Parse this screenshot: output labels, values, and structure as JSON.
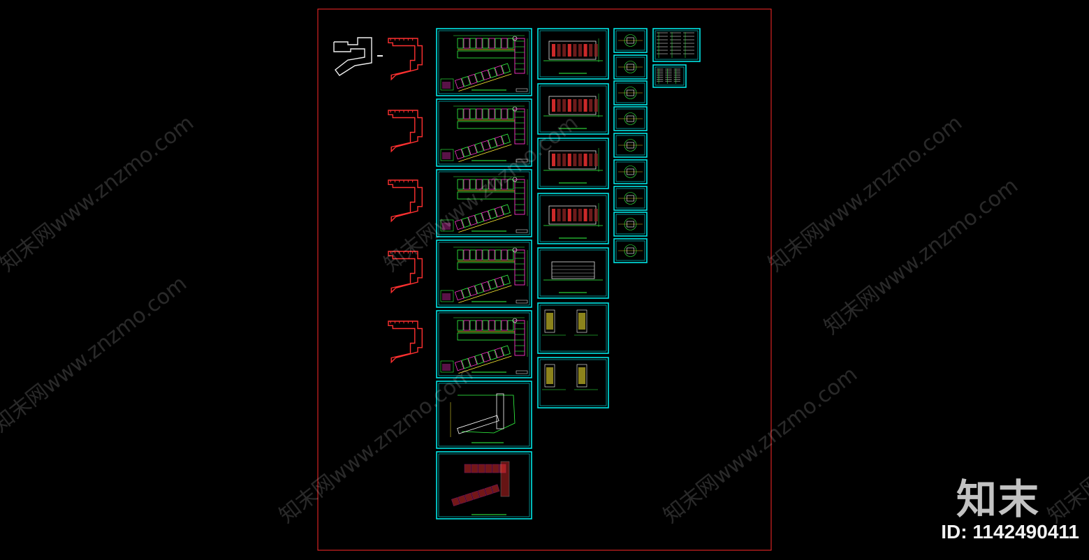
{
  "canvas": {
    "background": "#000000",
    "outer_border_color": "#ff2a2a",
    "frame_color": "#00e6e6",
    "outline_color": "#ff3030",
    "footprint_white": "#f0f0f0",
    "line_green": "#33ff44",
    "line_yellow": "#ffee33",
    "line_magenta": "#ff33cc",
    "line_red": "#ff3333",
    "line_white": "#ffffff"
  },
  "columns": {
    "floor_plans": [
      "floor-plan-1",
      "floor-plan-2",
      "floor-plan-3",
      "floor-plan-4",
      "floor-plan-5",
      "site-plan",
      "roof-plan"
    ],
    "elevations": [
      "elevation-1",
      "elevation-2",
      "elevation-3",
      "elevation-4",
      "section-1",
      "section-2",
      "detail-1"
    ],
    "details": [
      "detail-a",
      "detail-b",
      "detail-c",
      "detail-d",
      "detail-e",
      "detail-f",
      "detail-g",
      "detail-h",
      "detail-i"
    ],
    "tables": [
      "table-1",
      "table-2"
    ]
  },
  "watermarks": [
    {
      "text": "知末网www.znzmo.com"
    },
    {
      "text": "知末网www.znzmo.com"
    },
    {
      "text": "知末网www.znzmo.com"
    },
    {
      "text": "知末网www.znzmo.com"
    },
    {
      "text": "知末网www.znzmo.com"
    },
    {
      "text": "知末网www.znzmo.com"
    },
    {
      "text": "知末网www.znzmo.com"
    },
    {
      "text": "知末网www.znzmo.com"
    }
  ],
  "brand": {
    "logo": "知末",
    "id_text": "ID: 1142490411"
  }
}
